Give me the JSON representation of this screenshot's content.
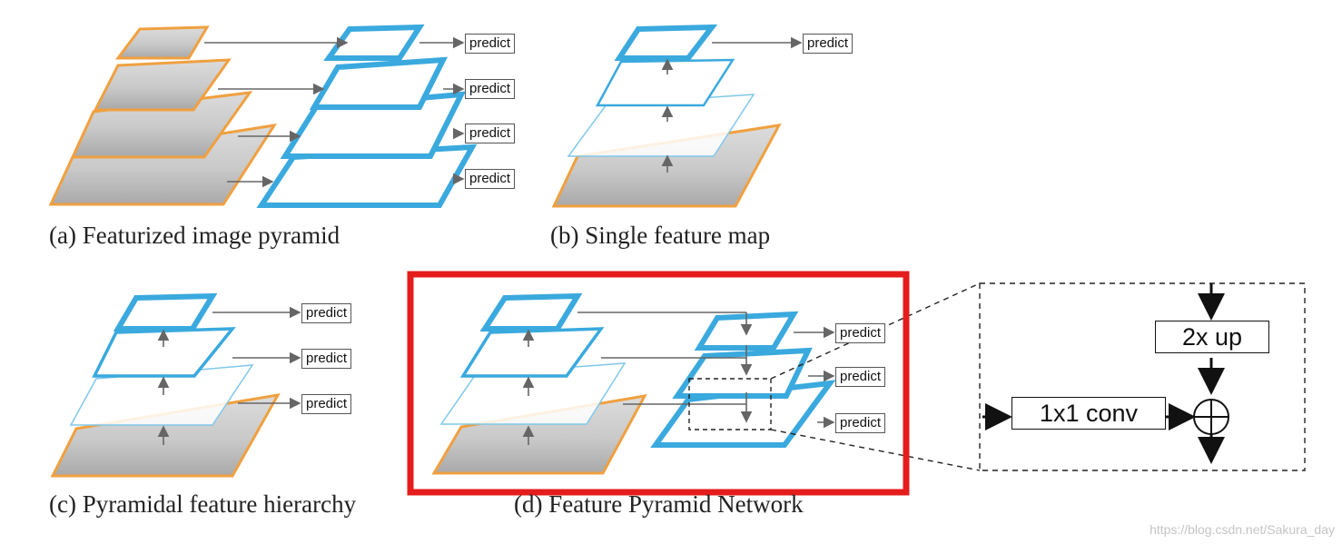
{
  "captions": {
    "a": "(a) Featurized image pyramid",
    "b": "(b) Single feature map",
    "c": "(c) Pyramidal feature hierarchy",
    "d": "(d) Feature Pyramid Network"
  },
  "predict_label": "predict",
  "zoom": {
    "upsample": "2x up",
    "lateral": "1x1 conv"
  },
  "watermark": "https://blog.csdn.net/Sakura_day",
  "colors": {
    "feature_map": "#3aa9de",
    "image": "#f0a040",
    "highlight": "#e51c1c",
    "arrow": "#666666"
  }
}
